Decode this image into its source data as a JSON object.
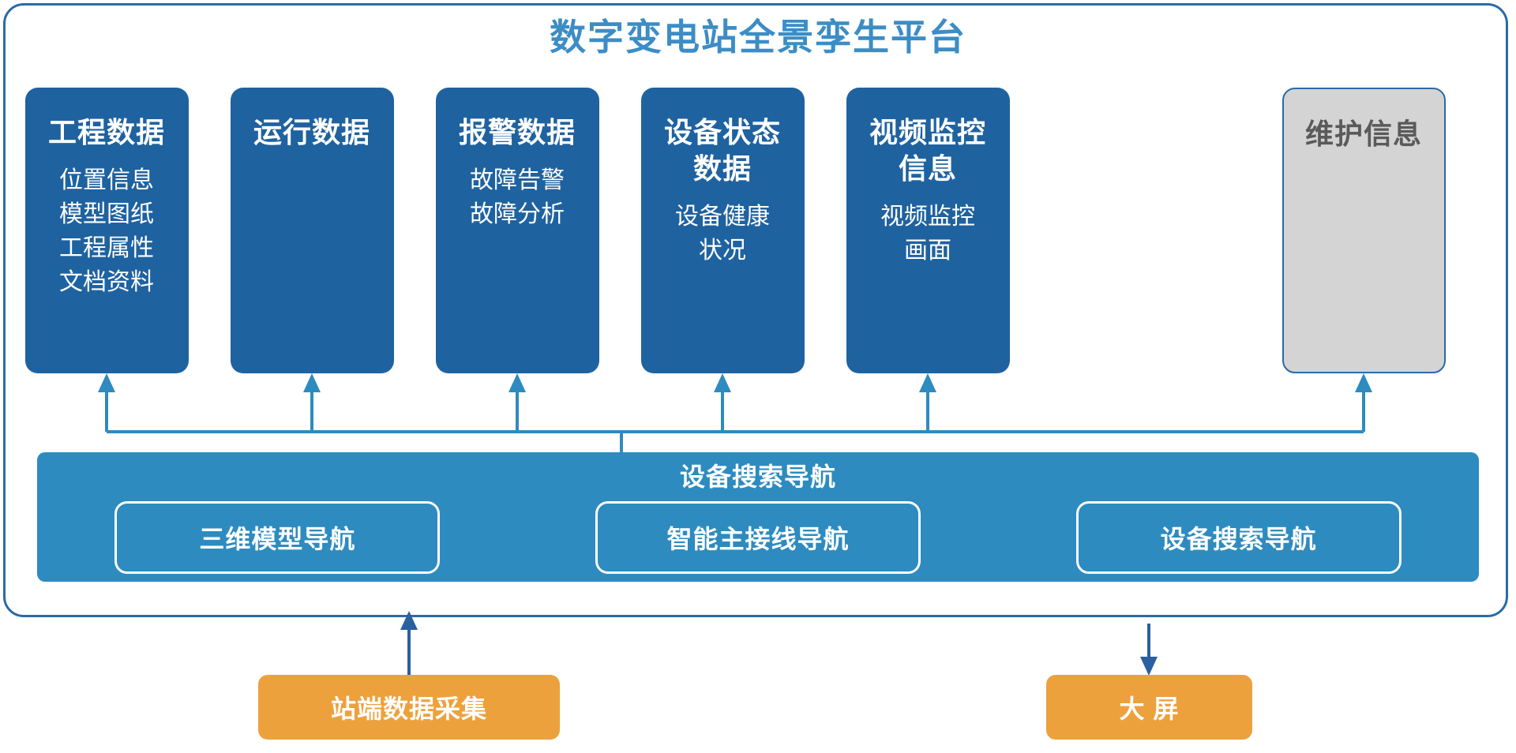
{
  "title": "数字变电站全景孪生平台",
  "colors": {
    "frame_border": "#2a6aa8",
    "title_text": "#3c8dc5",
    "card_blue": "#1f62a0",
    "card_gray": "#d4d4d4",
    "card_gray_text": "#5a5a5a",
    "panel_blue": "#2d8bbf",
    "accent_orange": "#eda13c",
    "connector": "#2d8bbf",
    "bottom_connector": "#2a5fa0"
  },
  "cards": [
    {
      "title": "工程数据",
      "items": [
        "位置信息",
        "模型图纸",
        "工程属性",
        "文档资料"
      ],
      "style": "blue"
    },
    {
      "title": "运行数据",
      "items": [],
      "style": "blue"
    },
    {
      "title": "报警数据",
      "items": [
        "故障告警",
        "故障分析"
      ],
      "style": "blue"
    },
    {
      "title": "设备状态\n数据",
      "items": [
        "设备健康",
        "状况"
      ],
      "style": "blue"
    },
    {
      "title": "视频监控\n信息",
      "items": [
        "视频监控",
        "画面"
      ],
      "style": "blue"
    },
    {
      "title": "维护信息",
      "items": [],
      "style": "gray"
    }
  ],
  "nav_panel": {
    "title": "设备搜索导航",
    "buttons": [
      {
        "label": "三维模型导航"
      },
      {
        "label": "智能主接线导航"
      },
      {
        "label": "设备搜索导航"
      }
    ]
  },
  "bottom": {
    "left_box": "站端数据采集",
    "right_box": "大 屏"
  }
}
